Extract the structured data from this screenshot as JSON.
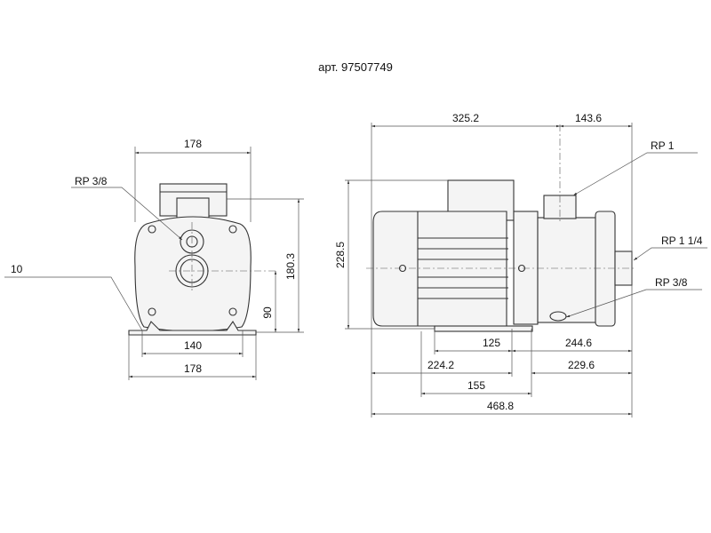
{
  "title": "арт. 97507749",
  "front_view": {
    "dim_top_width": "178",
    "dim_height": "180.3",
    "dim_shaft_height": "90",
    "dim_foot_spacing": "140",
    "dim_base_width": "178",
    "label_port": "RP 3/8",
    "label_foot": "10"
  },
  "side_view": {
    "dim_to_outlet": "325.2",
    "dim_outlet_to_end": "143.6",
    "dim_height": "228.5",
    "dim_foot_125": "125",
    "dim_244_6": "244.6",
    "dim_224_2": "224.2",
    "dim_229_6": "229.6",
    "dim_155": "155",
    "dim_total_length": "468.8",
    "label_outlet": "RP 1",
    "label_inlet": "RP 1 1/4",
    "label_drain": "RP 3/8"
  }
}
